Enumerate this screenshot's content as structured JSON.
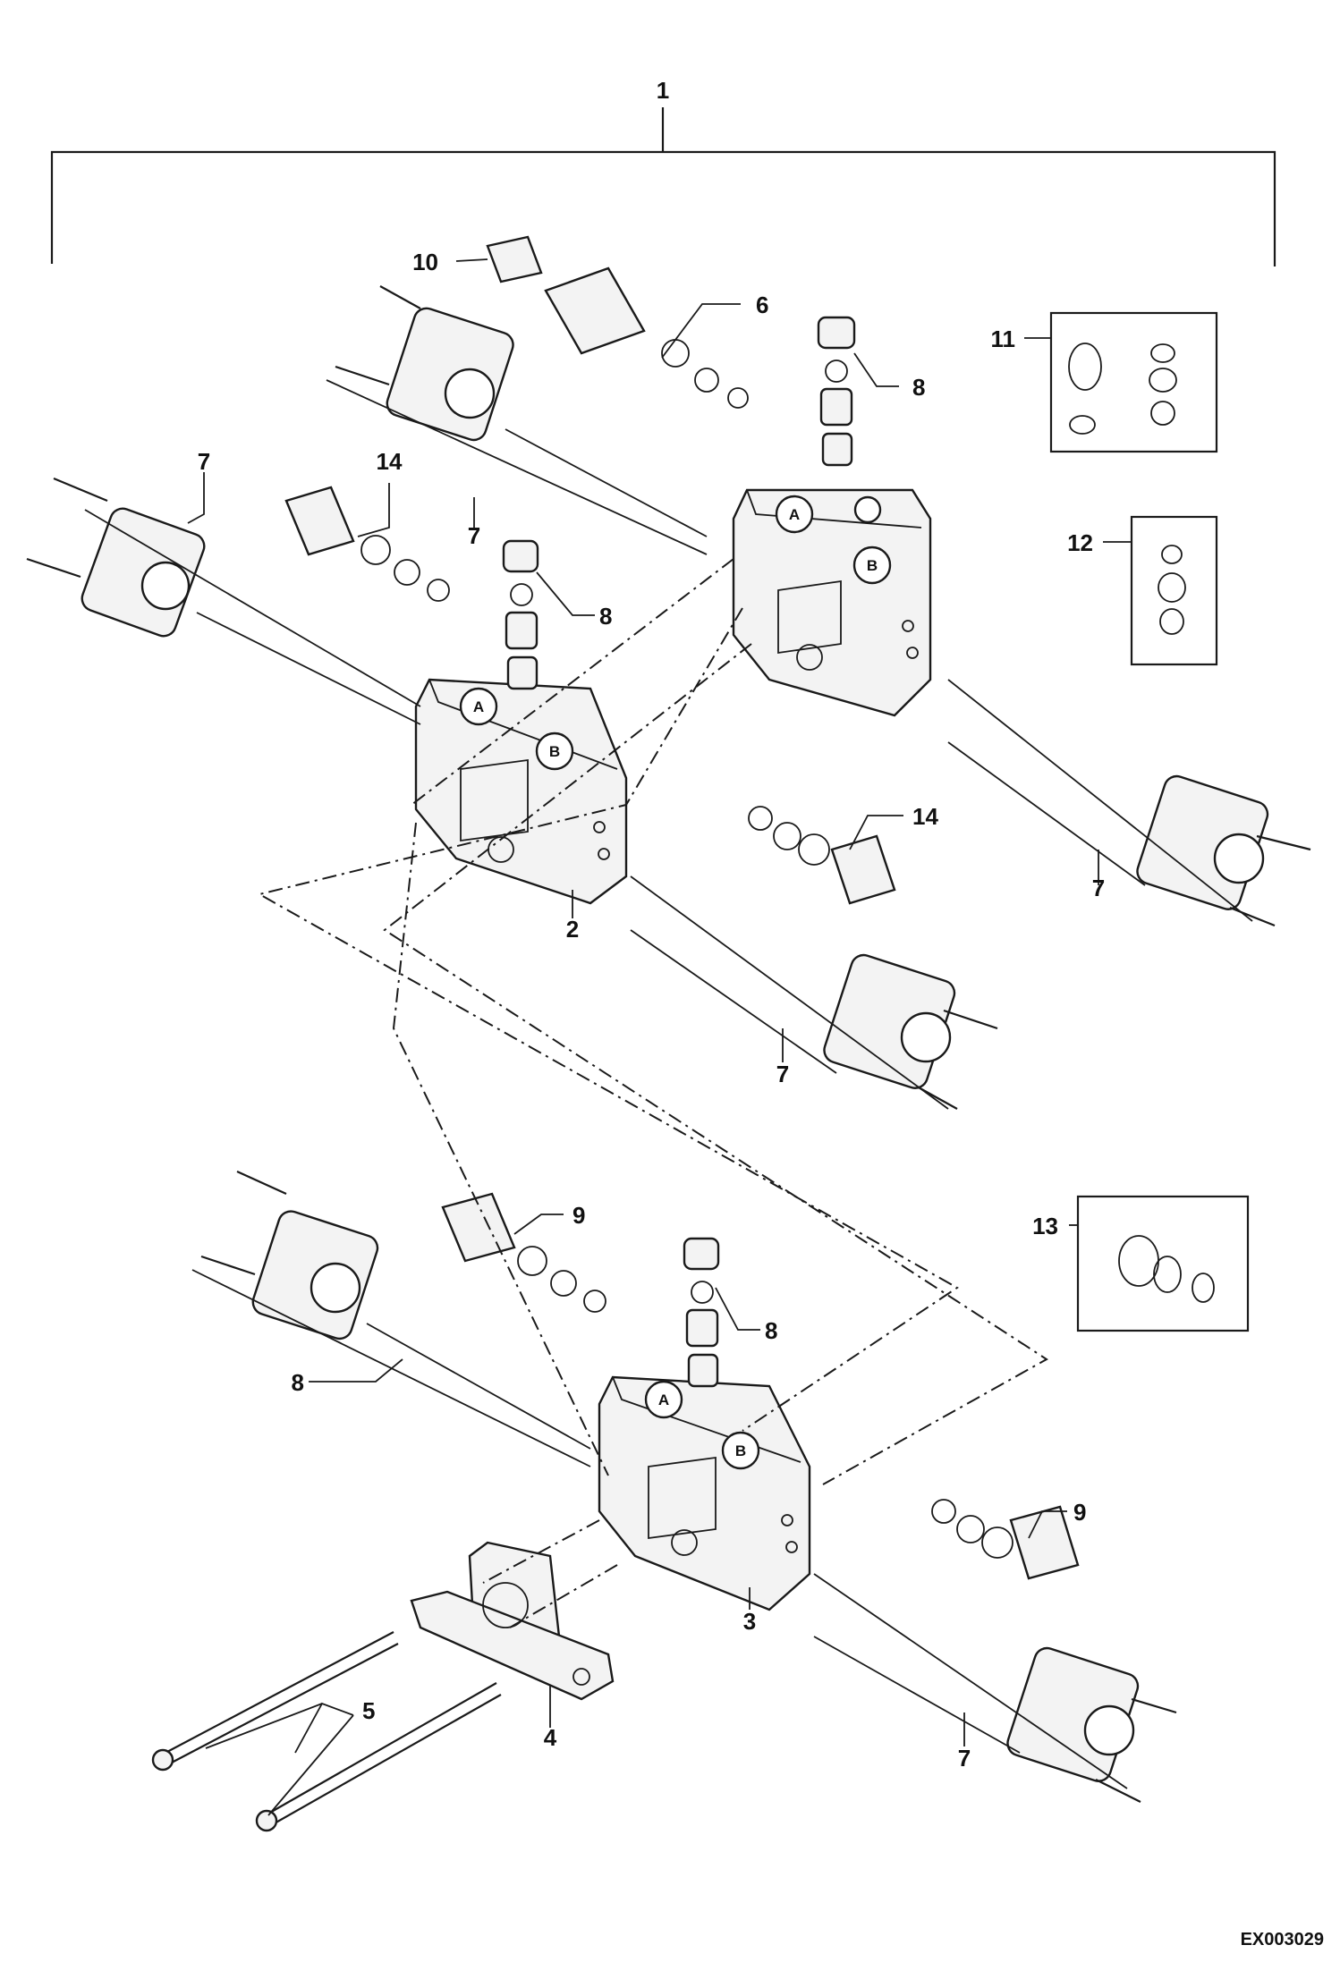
{
  "diagram": {
    "drawing_id": "EX003029",
    "callouts": {
      "c1": "1",
      "c2": "2",
      "c3": "3",
      "c4": "4",
      "c5": "5",
      "c6": "6",
      "c7": "7",
      "c8": "8",
      "c9": "9",
      "c10": "10",
      "c11": "11",
      "c12": "12",
      "c13": "13",
      "c14": "14"
    },
    "ports": {
      "a": "A",
      "b": "B"
    }
  }
}
